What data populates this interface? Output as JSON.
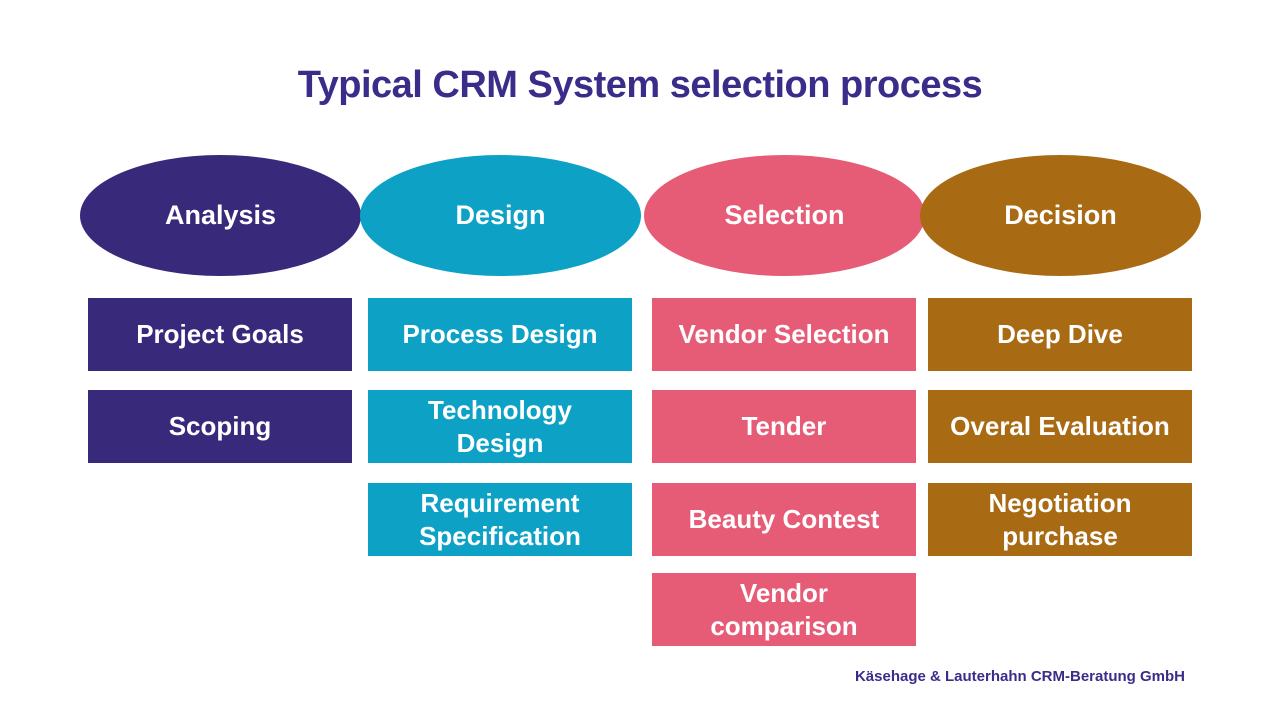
{
  "title": {
    "text": "Typical CRM System selection process"
  },
  "footer": {
    "text": "Käsehage & Lauterhahn CRM-Beratung GmbH"
  },
  "colors": {
    "title": "#3a2d8a",
    "footer": "#3a2d8a",
    "analysis": "#38297b",
    "design": "#0da1c6",
    "selection": "#e65c77",
    "decision": "#a96a14"
  },
  "columns": [
    {
      "header": "Analysis",
      "items": [
        "Project Goals",
        "Scoping"
      ]
    },
    {
      "header": "Design",
      "items": [
        "Process Design",
        "Technology\nDesign",
        "Requirement\nSpecification"
      ]
    },
    {
      "header": "Selection",
      "items": [
        "Vendor Selection",
        "Tender",
        "Beauty Contest",
        "Vendor\ncomparison"
      ]
    },
    {
      "header": "Decision",
      "items": [
        "Deep Dive",
        "Overal Evaluation",
        "Negotiation\npurchase"
      ]
    }
  ]
}
